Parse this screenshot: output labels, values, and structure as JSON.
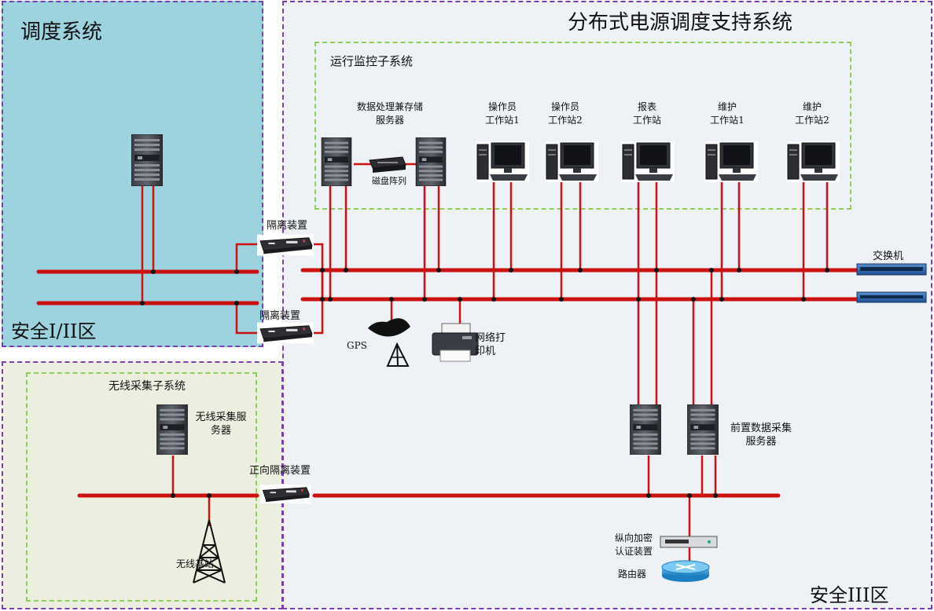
{
  "zones": {
    "dispatch": "调度系统",
    "main_title": "分布式电源调度支持系统",
    "safe12": "安全I/II区",
    "safe3": "安全III区"
  },
  "subsystems": {
    "monitor": "运行监控子系统",
    "wireless": "无线采集子系统"
  },
  "devices": {
    "data_server": [
      "数据处理兼存储",
      "服务器"
    ],
    "disk_array": "磁盘阵列",
    "op_ws1": [
      "操作员",
      "工作站1"
    ],
    "op_ws2": [
      "操作员",
      "工作站2"
    ],
    "report_ws": [
      "报表",
      "工作站"
    ],
    "maint_ws1": [
      "维护",
      "工作站1"
    ],
    "maint_ws2": [
      "维护",
      "工作站2"
    ],
    "switch": "交换机",
    "isolator_top": "隔离装置",
    "isolator_bottom": "隔离装置",
    "gps": "GPS",
    "printer": [
      "网络打",
      "印机"
    ],
    "wireless_server": [
      "无线采集服",
      "务器"
    ],
    "forward_isolator": "正向隔离装置",
    "frontend_server": [
      "前置数据采集",
      "服务器"
    ],
    "auth_device": [
      "纵向加密",
      "认证装置"
    ],
    "router": "路由器",
    "wireless_tower": "无线基站"
  },
  "colors": {
    "bus": "#cc1111",
    "zone_border": "#7b3fb0",
    "sub_border": "#8cd05a",
    "dispatch_bg": "#9dd3de",
    "main_bg": "#eef1f6",
    "wireless_bg": "#ecefe0"
  }
}
